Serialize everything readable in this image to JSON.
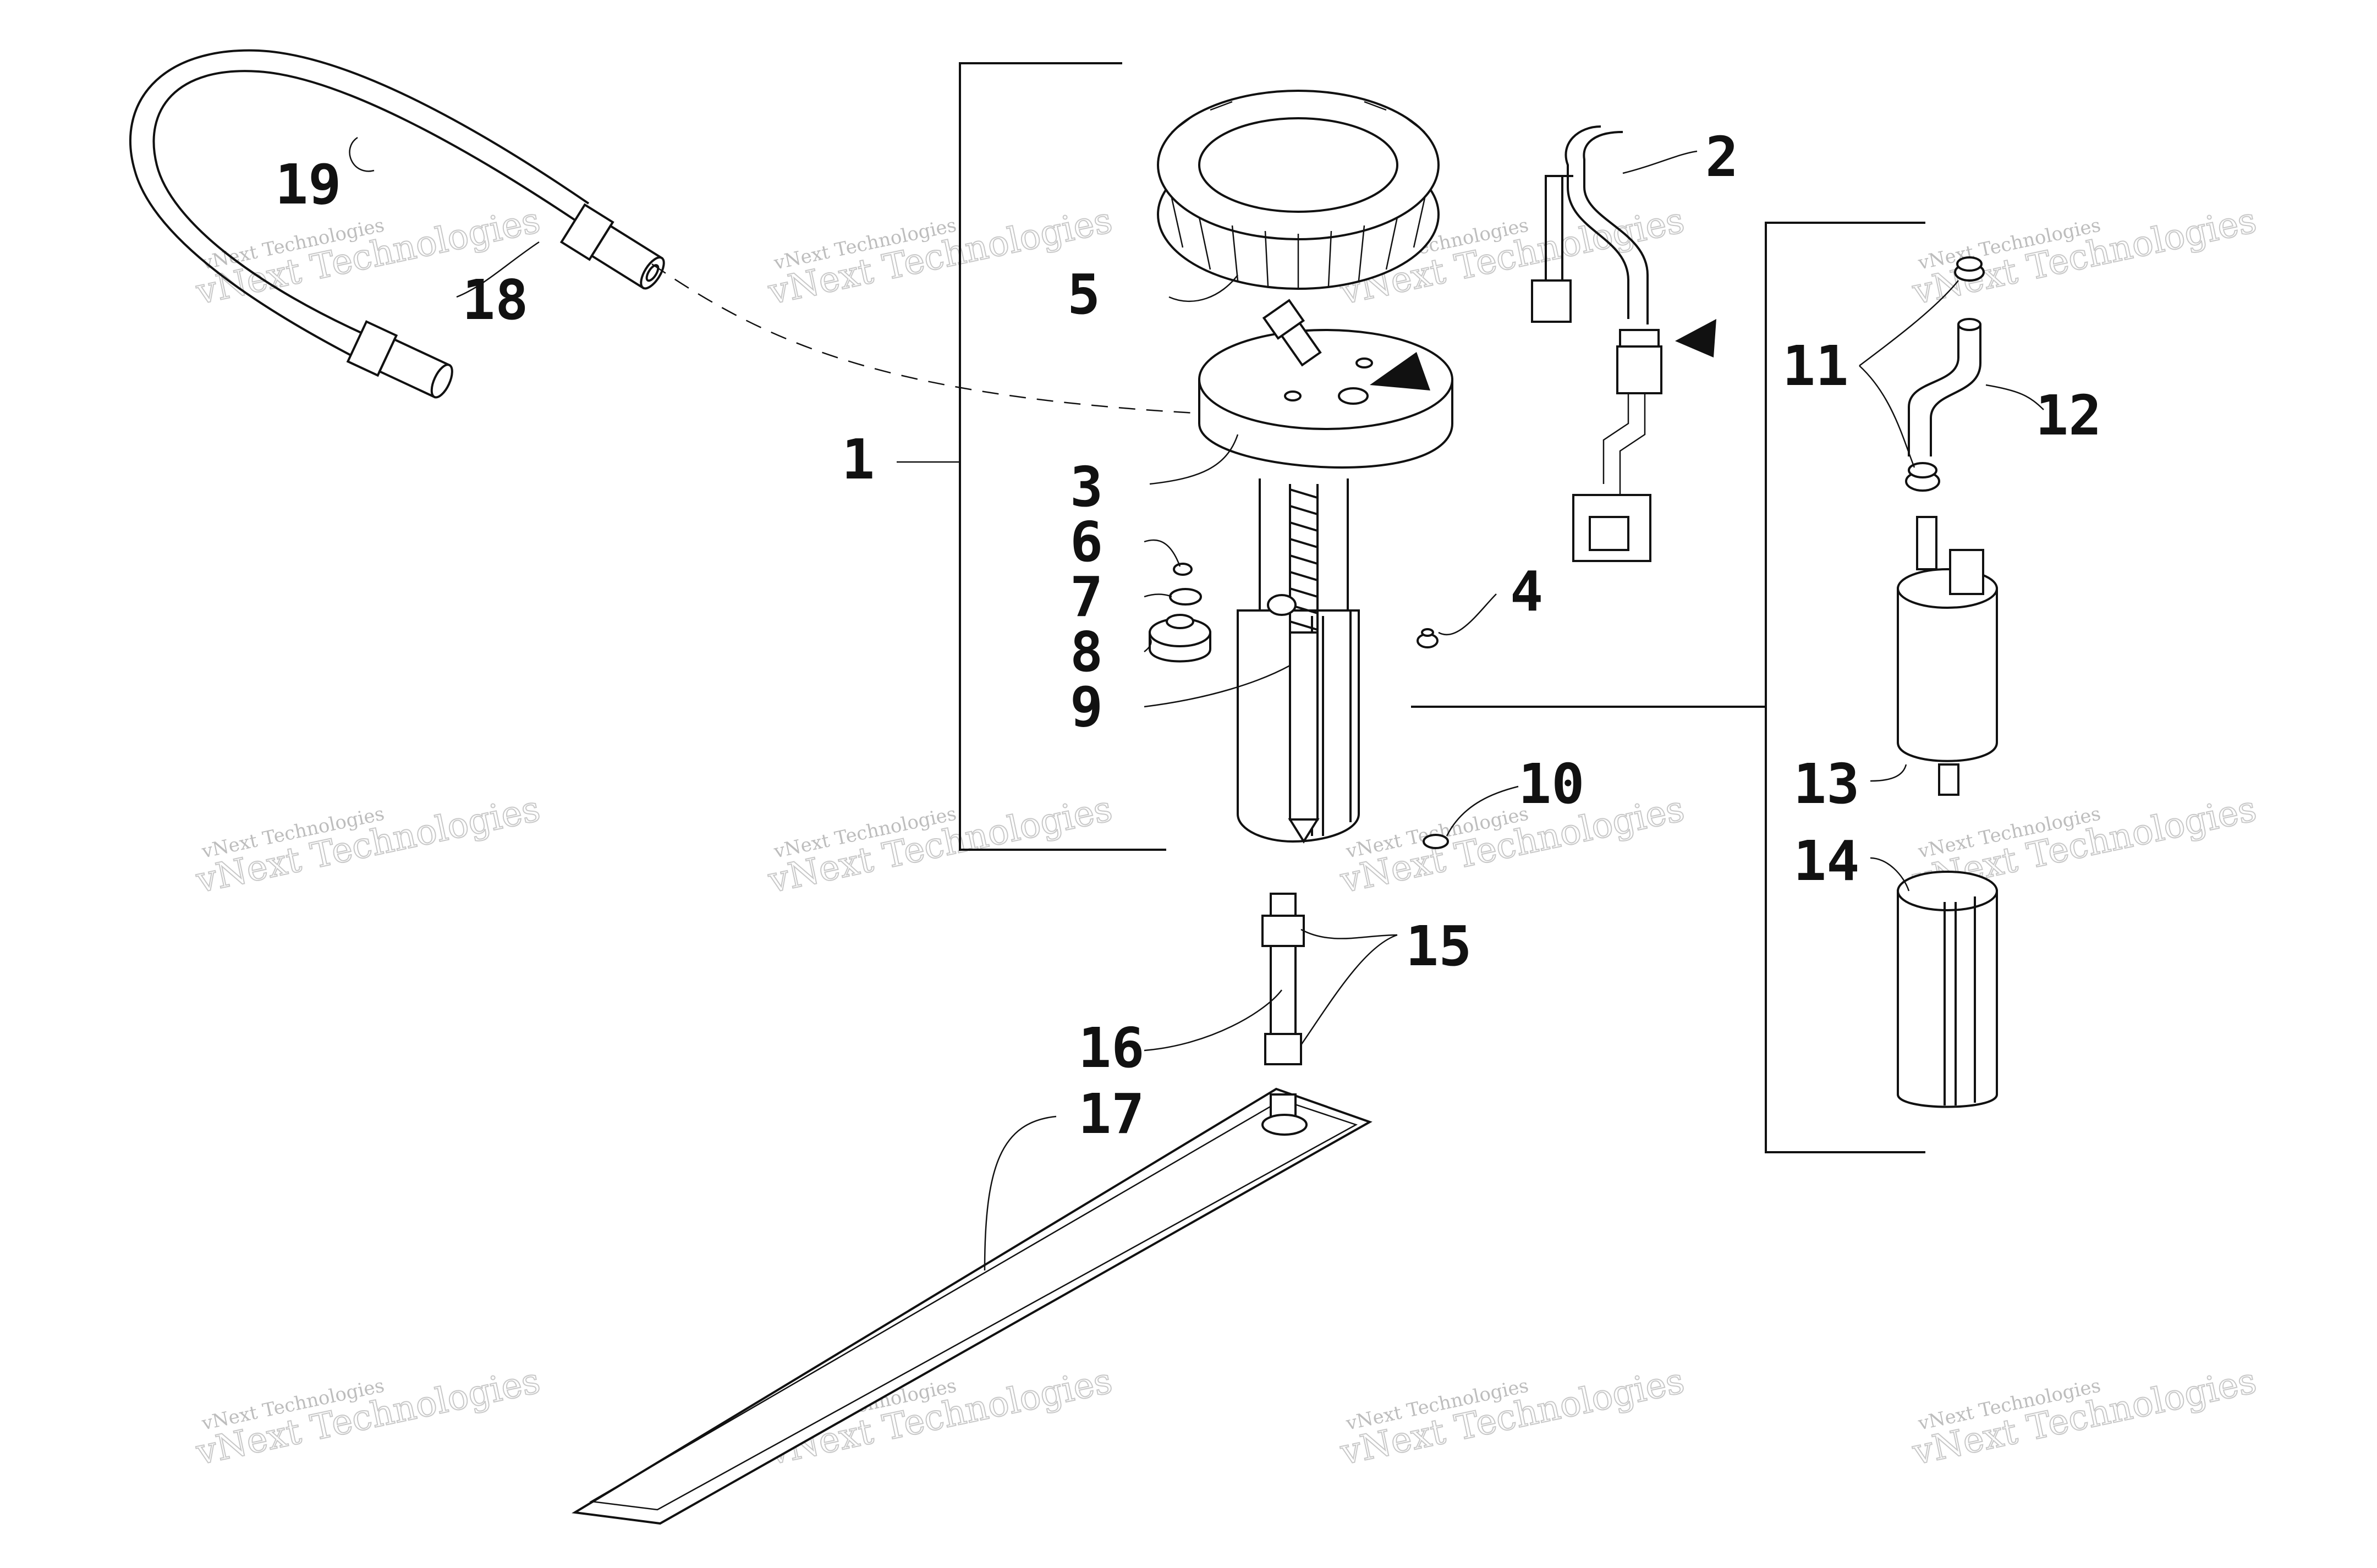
{
  "diagram": {
    "callouts": {
      "c1": "1",
      "c2": "2",
      "c3": "3",
      "c4": "4",
      "c5": "5",
      "c6": "6",
      "c7": "7",
      "c8": "8",
      "c9": "9",
      "c10": "10",
      "c11": "11",
      "c12": "12",
      "c13": "13",
      "c14": "14",
      "c15": "15",
      "c16": "16",
      "c17": "17",
      "c18": "18",
      "c19": "19"
    },
    "watermark": {
      "line1": "vNext Technologies",
      "line2": "vNext Technologies"
    },
    "colors": {
      "ink": "#111111",
      "watermark": "#bdbdbd",
      "background": "#ffffff"
    }
  }
}
